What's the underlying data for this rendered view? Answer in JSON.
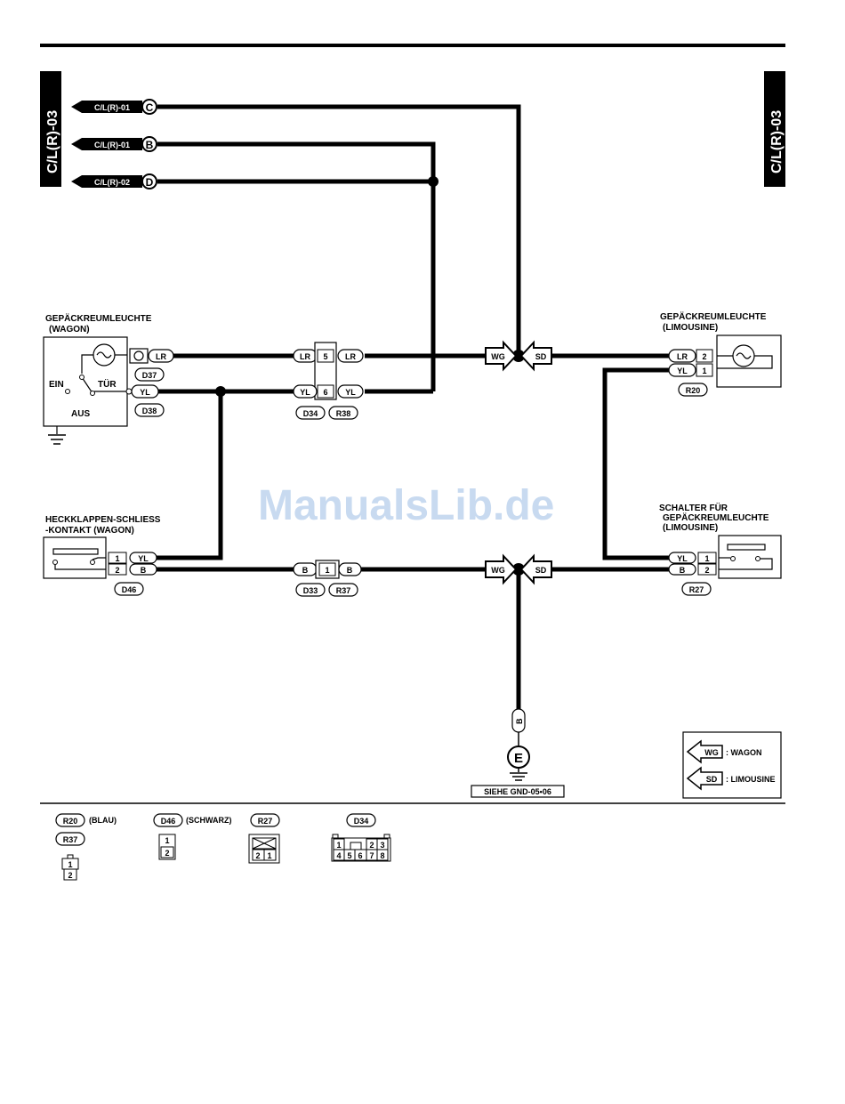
{
  "tabs": {
    "left": "C/L(R)-03",
    "right": "C/L(R)-03"
  },
  "inputs": [
    {
      "label": "C/L(R)-01",
      "letter": "C"
    },
    {
      "label": "C/L(R)-01",
      "letter": "B"
    },
    {
      "label": "C/L(R)-02",
      "letter": "D"
    }
  ],
  "lamp_wagon": {
    "title1": "GEPÄCKREUMLEUCHTE",
    "title2": "(WAGON)",
    "ein": "EIN",
    "tuer": "TÜR",
    "aus": "AUS"
  },
  "lamp_limo": {
    "title1": "GEPÄCKREUMLEUCHTE",
    "title2": "(LIMOUSINE)"
  },
  "tailgate": {
    "title1": "HECKKLAPPEN-SCHLIESS",
    "title2": "-KONTAKT (WAGON)"
  },
  "switch_limo": {
    "title1": "SCHALTER FÜR",
    "title2": "GEPÄCKREUMLEUCHTE",
    "title3": "(LIMOUSINE)"
  },
  "wires": {
    "lr": "LR",
    "yl": "YL",
    "b": "B",
    "wg": "WG",
    "sd": "SD"
  },
  "pins": {
    "p1": "1",
    "p2": "2",
    "p5": "5",
    "p6": "6"
  },
  "connectors": {
    "d37": "D37",
    "d38": "D38",
    "d34": "D34",
    "r38": "R38",
    "r20": "R20",
    "d46": "D46",
    "d33": "D33",
    "r37": "R37",
    "r27": "R27"
  },
  "ground": {
    "wire": "B",
    "letter": "E",
    "ref": "SIEHE GND-05•06"
  },
  "legend": {
    "wg": "WG",
    "wg_text": ": WAGON",
    "sd": "SD",
    "sd_text": ": LIMOUSINE"
  },
  "connector_views": {
    "r20": "R20",
    "r20_color": "(BLAU)",
    "r37": "R37",
    "d46": "D46",
    "d46_color": "(SCHWARZ)",
    "r27": "R27",
    "d34": "D34",
    "pin1": "1",
    "pin2": "2",
    "pin3": "3",
    "pin4": "4",
    "pin5": "5",
    "pin6": "6",
    "pin7": "7",
    "pin8": "8"
  },
  "watermark": "ManualsLib.de"
}
